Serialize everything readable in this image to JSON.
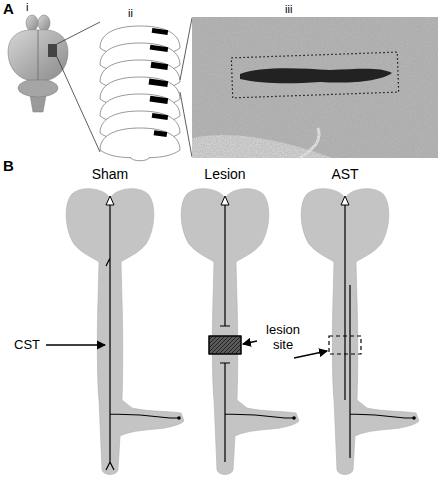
{
  "diagram": {
    "labels": [
      "A",
      "i",
      "ii",
      "iii",
      "B",
      "Sham",
      "Lesion",
      "AST",
      "CST",
      "lesion site"
    ]
  }
}
